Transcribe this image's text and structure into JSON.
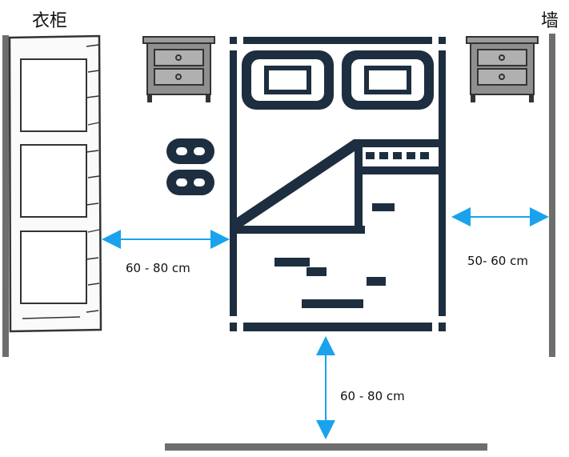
{
  "labels": {
    "wardrobe": "衣柜",
    "wall": "墙",
    "left_clearance": "60 - 80 cm",
    "right_clearance": "50- 60 cm",
    "foot_clearance": "60 - 80 cm"
  },
  "colors": {
    "furniture_navy": "#1d2e40",
    "arrow_blue": "#1aa3ec",
    "wall_gray": "#6e6e6e",
    "nightstand_gray": "#8f8f8f",
    "wardrobe_gray": "#bdbdbd"
  },
  "icons": {
    "wardrobe": "wardrobe-icon",
    "bed": "double-bed-icon",
    "nightstand": "nightstand-icon",
    "slippers": "slippers-icon",
    "arrow": "double-arrow-icon"
  }
}
